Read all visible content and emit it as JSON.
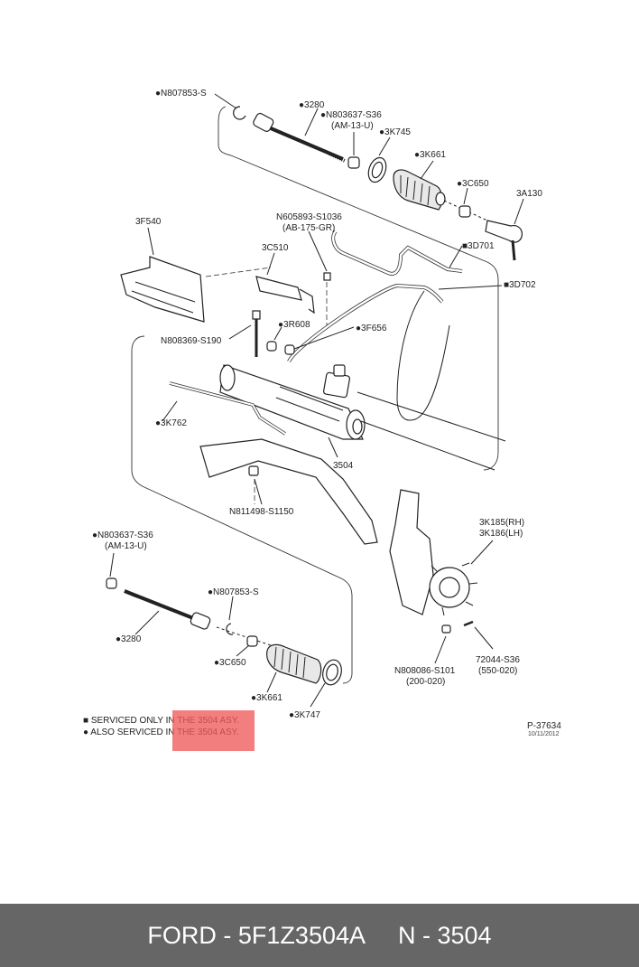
{
  "diagram": {
    "title": "Steering gear exploded view",
    "labels": {
      "retaining_ring_top": "●N807853-S",
      "tie_rod_top": "●3280",
      "jam_nut_top": "●N803637-S36",
      "jam_nut_top_spec": "(AM-13-U)",
      "clamp_top": "●3K745",
      "boot_top": "●3K661",
      "clamp_small_top": "●3C650",
      "tie_rod_end": "3A130",
      "heat_shield": "3F540",
      "bracket": "3C510",
      "bolt_bracket": "N605893-S1036",
      "bolt_bracket_spec": "(AB-175-GR)",
      "line_3d701": "■3D701",
      "line_3d702": "■3D702",
      "bolt_gear": "N808369-S190",
      "fitting_3r608": "●3R608",
      "fitting_3f656": "●3F656",
      "tube_3k762": "●3K762",
      "gear_assy": "3504",
      "nut_crossmember": "N811498-S1150",
      "knuckle_rh": "3K185(RH)",
      "knuckle_lh": "3K186(LH)",
      "jam_nut_bottom": "●N803637-S36",
      "jam_nut_bottom_spec": "(AM-13-U)",
      "retaining_ring_bottom": "●N807853-S",
      "tie_rod_bottom": "●3280",
      "clamp_small_bottom": "●3C650",
      "boot_bottom": "●3K661",
      "clamp_bottom": "●3K747",
      "nut_knuckle": "N808086-S101",
      "nut_knuckle_spec": "(200-020)",
      "cotter_pin": "72044-S36",
      "cotter_pin_spec": "(550-020)"
    },
    "legend": [
      {
        "symbol": "■",
        "text": "SERVICED ONLY IN THE 3504 ASY."
      },
      {
        "symbol": "●",
        "text": "ALSO SERVICED IN THE 3504 ASY."
      }
    ],
    "reference": {
      "number": "P-37634",
      "date": "10/11/2012"
    },
    "highlight_color": "#f05a5a"
  },
  "footer": {
    "brand_part": "FORD - 5F1Z3504A",
    "ref": "N - 3504",
    "background": "#666666"
  }
}
